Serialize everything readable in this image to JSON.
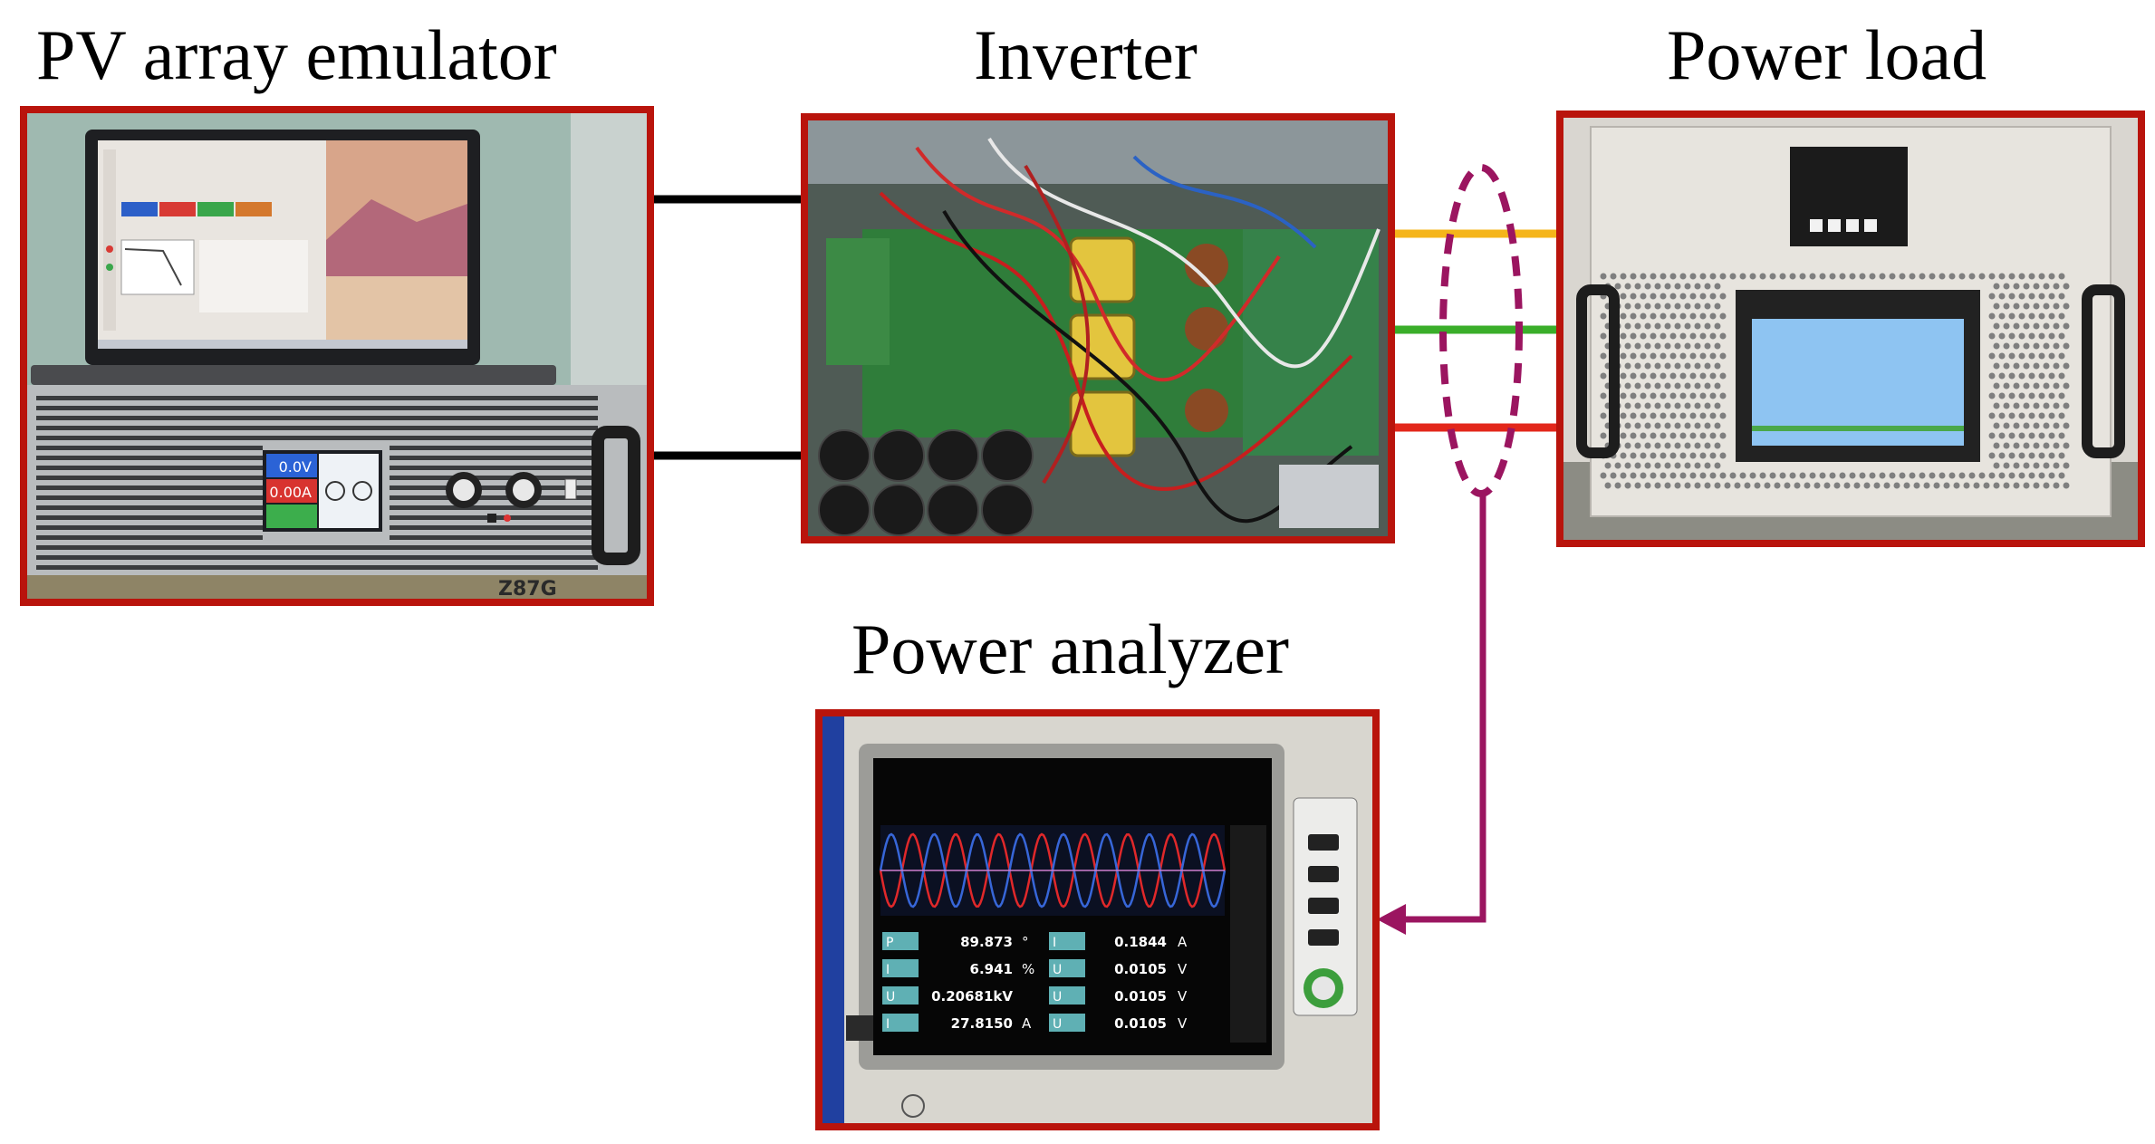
{
  "titles": {
    "pv": "PV array emulator",
    "inverter": "Inverter",
    "load": "Power load",
    "analyzer": "Power analyzer"
  },
  "colors": {
    "frame": "#b9140c",
    "dc_line": "#000000",
    "phase_a": "#f5b51a",
    "phase_b": "#3aae2a",
    "phase_c": "#e3271b",
    "measure": "#9b1560"
  },
  "pv_screen": {
    "voltage": "0.0V",
    "current": "0.00A"
  },
  "psu_plate": "Z87G",
  "analyzer_readings": [
    {
      "label": "P",
      "value": "89.873",
      "unit": "°",
      "label2": "I",
      "value2": "0.1844",
      "unit2": "A"
    },
    {
      "label": "I",
      "value": "6.941",
      "unit": "%",
      "label2": "U",
      "value2": "0.0105",
      "unit2": "V"
    },
    {
      "label": "U",
      "value": "0.20681kV",
      "unit": "",
      "label2": "U",
      "value2": "0.0105",
      "unit2": "V"
    },
    {
      "label": "I",
      "value": "27.8150",
      "unit": "A",
      "label2": "U",
      "value2": "0.0105",
      "unit2": "V"
    }
  ]
}
